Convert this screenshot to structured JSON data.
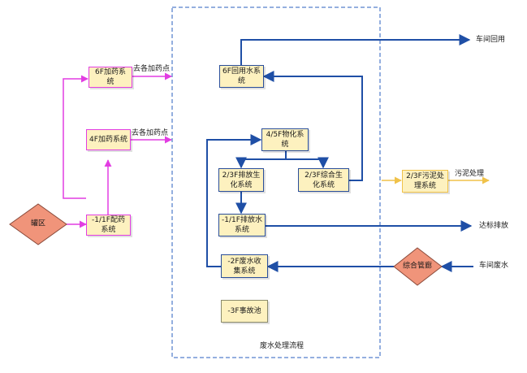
{
  "diagram": {
    "title": "废水处理流程",
    "nodes": {
      "tank_area": "罐区",
      "dosing_6f": "6F加药系统",
      "dosing_4f": "4F加药系统",
      "dosing_b1": "-1/1F配药系统",
      "reuse_6f": "6F回用水系统",
      "physchem_45f": "4/5F物化系统",
      "bio_23f_discharge": "2/3F排放生化系统",
      "bio_23f_integrated": "2/3F综合生化系统",
      "discharge_b1": "-1/1F排放水系统",
      "collect_b2": "-2F废水收集系统",
      "accident_b3": "-3F事故池",
      "sludge_23f": "2/3F污泥处理系统",
      "pipe_gallery": "综合管廊"
    },
    "edge_labels": {
      "to_dosing_points_1": "去各加药点",
      "to_dosing_points_2": "去各加药点",
      "workshop_reuse": "车间回用",
      "sludge_treatment": "污泥处理",
      "compliant_discharge": "达标排放",
      "workshop_wastewater": "车间废水"
    },
    "colors": {
      "process_flow": "#1f4fa6",
      "dosing_flow": "#e23de2",
      "sludge_flow": "#f0c24a",
      "box_fill": "#fdf1bf",
      "diamond_fill": "#f0947a",
      "boundary": "#2a5fbf"
    }
  }
}
